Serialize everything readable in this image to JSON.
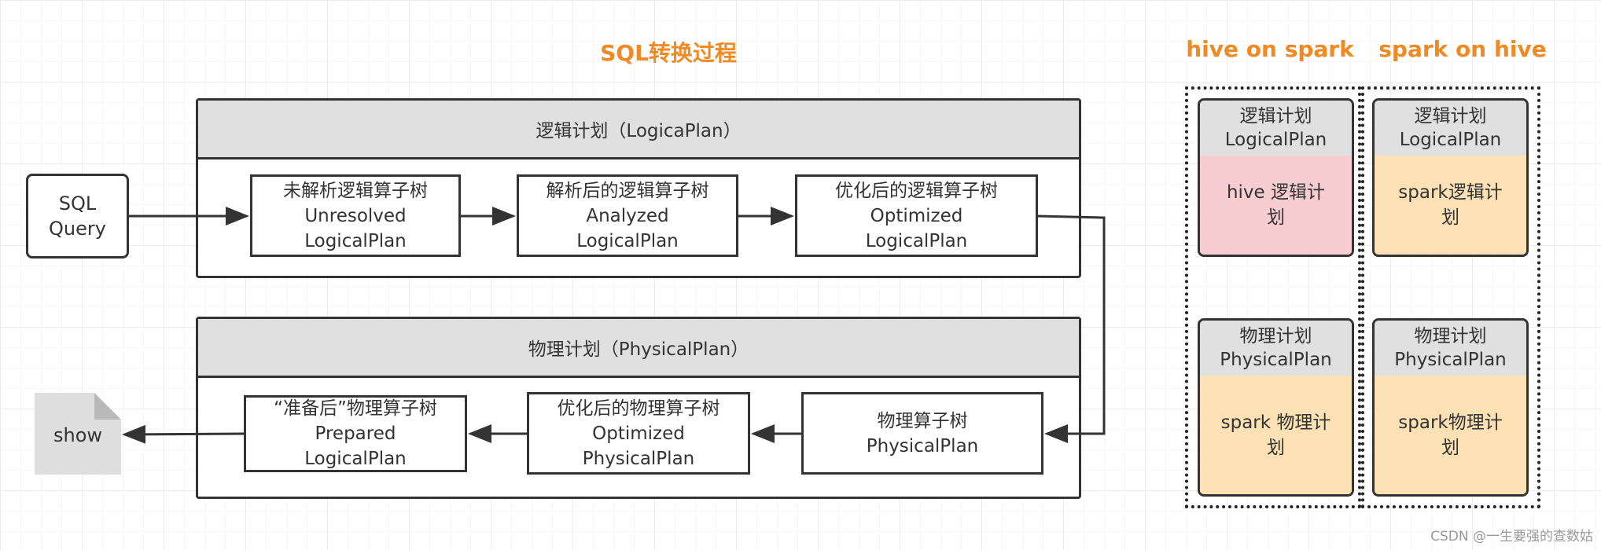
{
  "titles": {
    "main": "SQL转换过程",
    "hive_on_spark": "hive on spark",
    "spark_on_hive": "spark on hive"
  },
  "sql_query": {
    "line1": "SQL",
    "line2": "Query"
  },
  "logical_group": {
    "header": "逻辑计划（LogicaPlan）",
    "nodes": [
      {
        "line1": "未解析逻辑算子树",
        "line2": "Unresolved",
        "line3": "LogicalPlan"
      },
      {
        "line1": "解析后的逻辑算子树",
        "line2": "Analyzed",
        "line3": "LogicalPlan"
      },
      {
        "line1": "优化后的逻辑算子树",
        "line2": "Optimized",
        "line3": "LogicalPlan"
      }
    ]
  },
  "physical_group": {
    "header": "物理计划（PhysicalPlan）",
    "nodes": [
      {
        "line1": "物理算子树",
        "line2": "PhysicalPlan"
      },
      {
        "line1": "优化后的物理算子树",
        "line2": "Optimized",
        "line3": "PhysicalPlan"
      },
      {
        "line1": "“准备后”物理算子树",
        "line2": "Prepared",
        "line3": "LogicalPlan"
      }
    ]
  },
  "show": "show",
  "hive_on_spark": {
    "logical": {
      "head1": "逻辑计划",
      "head2": "LogicalPlan",
      "body1": "hive 逻辑计",
      "body2": "划"
    },
    "physical": {
      "head1": "物理计划",
      "head2": "PhysicalPlan",
      "body1": "spark 物理计",
      "body2": "划"
    }
  },
  "spark_on_hive": {
    "logical": {
      "head1": "逻辑计划",
      "head2": "LogicalPlan",
      "body1": "spark逻辑计",
      "body2": "划"
    },
    "physical": {
      "head1": "物理计划",
      "head2": "PhysicalPlan",
      "body1": "spark物理计",
      "body2": "划"
    }
  },
  "watermark": "CSDN @一生要强的查数姑",
  "colors": {
    "title": "#f08a24",
    "header_fill": "#e0e0e0",
    "pink": "#f8cdd2",
    "peach": "#fbe1b4",
    "stroke": "#333333"
  }
}
